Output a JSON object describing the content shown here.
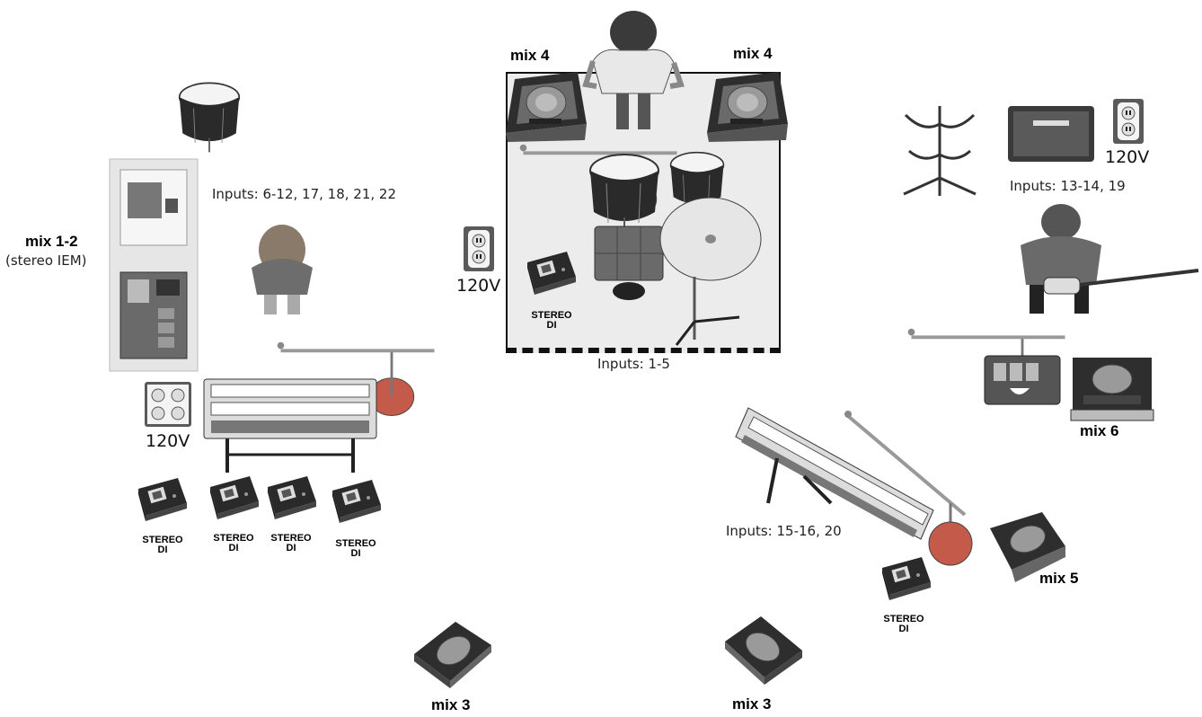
{
  "labels": {
    "mix4_left": "mix 4",
    "mix4_right": "mix 4",
    "mix12": "mix 1-2",
    "mix12_sub": "(stereo IEM)",
    "mix6": "mix 6",
    "mix5": "mix 5",
    "mix3_left": "mix 3",
    "mix3_right": "mix 3",
    "inputs_keys": "Inputs: 6-12, 17, 18, 21, 22",
    "inputs_drums": "Inputs: 1-5",
    "inputs_bass": "Inputs: 13-14, 19",
    "inputs_keys2": "Inputs: 15-16, 20",
    "volt_left": "120V",
    "volt_center": "120V",
    "volt_right": "120V",
    "di_line1": "STEREO",
    "di_line2": "DI"
  },
  "icons": {
    "wedge": "monitor-wedge-icon",
    "di": "stereo-di-box-icon",
    "outlet": "power-outlet-icon",
    "keyboard": "keyboard-icon",
    "mic": "mic-stand-icon",
    "drum": "drum-icon",
    "person": "musician-icon"
  },
  "colors": {
    "riser_bg": "#ececec",
    "mic_base": "#c45a4a",
    "wedge_dark": "#3a3a3a"
  }
}
